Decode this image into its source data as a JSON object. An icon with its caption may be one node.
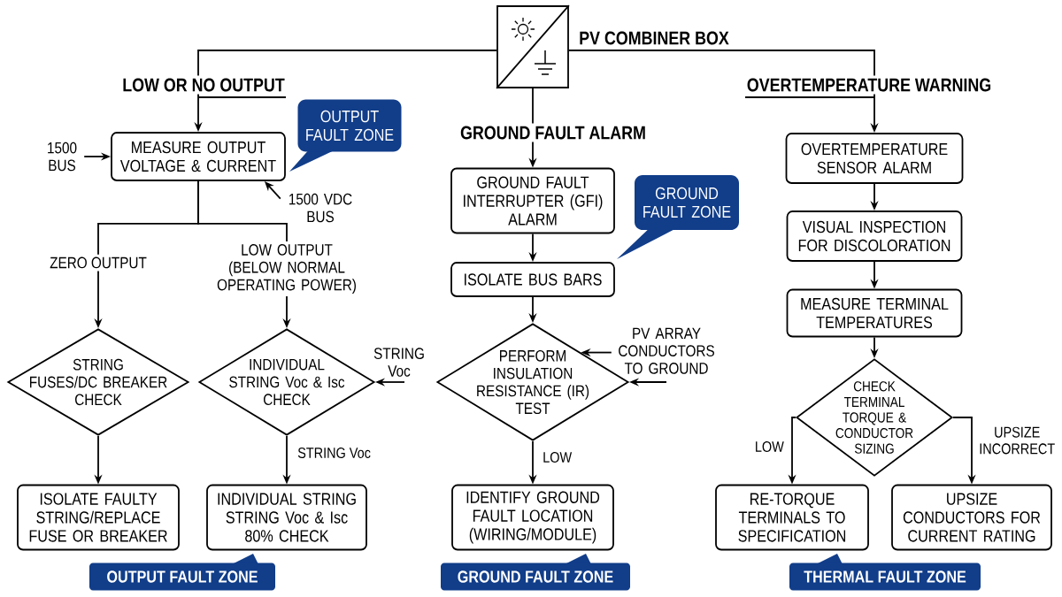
{
  "diagram": {
    "nodes": [
      {
        "text": [],
        "shape": "picture",
        "beside": [
          "PV COMBINER BOX"
        ]
      },
      {
        "text": [
          "OUTPUT FAULT ZONE"
        ]
      },
      {
        "text": [
          "1500 BUS"
        ]
      },
      {
        "text": [
          "MEASURE OUTPUT VOLTAGE & CURRENT"
        ]
      },
      {
        "text": [
          "1500 VDC BUS"
        ]
      },
      {
        "text": [
          "GROUND FAULT INTERRUPTER (GFI) ALARM"
        ]
      },
      {
        "text": [
          "GROUND FAULT ZONE"
        ]
      },
      {
        "text": [
          "ISOLATE BUS BARS"
        ]
      },
      {
        "text": [
          "OVERTEMPERATURE SENSOR ALARM"
        ]
      },
      {
        "text": [
          "VISUAL INSPECTION FOR DISCOLORATION"
        ]
      },
      {
        "text": [
          "MEASURE TERMINAL TEMPERATURES"
        ]
      },
      {
        "text": [
          "STRING FUSES/DC BREAKER CHECK"
        ]
      },
      {
        "text": [
          "INDIVIDUAL STRING Voc & Isc CHECK"
        ]
      },
      {
        "text": [
          "STRING Voc"
        ]
      },
      {
        "text": [
          "PV ARRAY CONDUCTORS TO GROUND"
        ]
      },
      {
        "text": [
          "PERFORM INSULATION RESISTANCE (IR) TEST"
        ]
      },
      {
        "text": [
          "CHECK TERMINAL TORQUE & CONDUCTOR SIZING"
        ]
      },
      {
        "text": [
          "ISOLATE FAULTY STRING/REPLACE FUSE OR BREAKER"
        ]
      },
      {
        "text": [
          "INDIVIDUAL STRING STRING Voc & Isc 80% CHECK"
        ]
      },
      {
        "text": [
          "IDENTIFY GROUND FAULT LOCATION (WIRING/MODULE)"
        ]
      },
      {
        "text": [
          "RE-TORQUE TERMINALS TO SPECIFICATION"
        ]
      },
      {
        "text": [
          "UPSIZE CONDUCTORS FOR CURRENT RATING"
        ]
      },
      {
        "text": [
          "OUTPUT FAULT ZONE"
        ]
      },
      {
        "text": [
          "GROUND FAULT ZONE"
        ]
      },
      {
        "text": [
          "THERMAL FAULT ZONE"
        ]
      }
    ],
    "edges": [
      {
        "from": 0,
        "to": 3,
        "arrow": "to",
        "label": "LOW OR NO OUTPUT"
      },
      {
        "from": 0,
        "to": 5,
        "arrow": "to",
        "label": "GROUND FAULT ALARM"
      },
      {
        "from": 0,
        "to": 8,
        "arrow": "to",
        "label": "OVERTEMPERATURE WARNING"
      },
      {
        "from": 2,
        "to": 3,
        "arrow": "to"
      },
      {
        "from": 4,
        "to": 3,
        "arrow": "to"
      },
      {
        "from": 3,
        "to": 11,
        "arrow": "to",
        "label": "ZERO OUTPUT"
      },
      {
        "from": 3,
        "to": 12,
        "arrow": "to",
        "label": "LOW OUTPUT (BELOW NORMAL OPERATING POWER)"
      },
      {
        "from": 13,
        "to": 12,
        "arrow": "to"
      },
      {
        "from": 11,
        "to": 17,
        "arrow": "to"
      },
      {
        "from": 12,
        "to": 18,
        "arrow": "to",
        "label": "STRING Voc"
      },
      {
        "from": 5,
        "to": 7,
        "arrow": "to"
      },
      {
        "from": 7,
        "to": 15,
        "arrow": "to"
      },
      {
        "from": 14,
        "to": 15,
        "arrow": "to"
      },
      {
        "from": 14,
        "to": 15,
        "arrow": "to"
      },
      {
        "from": 15,
        "to": 19,
        "arrow": "to",
        "label": "LOW"
      },
      {
        "from": 8,
        "to": 9,
        "arrow": "to"
      },
      {
        "from": 9,
        "to": 10,
        "arrow": "to"
      },
      {
        "from": 10,
        "to": 16,
        "arrow": "to"
      },
      {
        "from": 16,
        "to": 20,
        "arrow": "to",
        "label": "LOW"
      },
      {
        "from": 16,
        "to": 21,
        "arrow": "to",
        "label": "UPSIZE INCORRECT"
      }
    ]
  }
}
